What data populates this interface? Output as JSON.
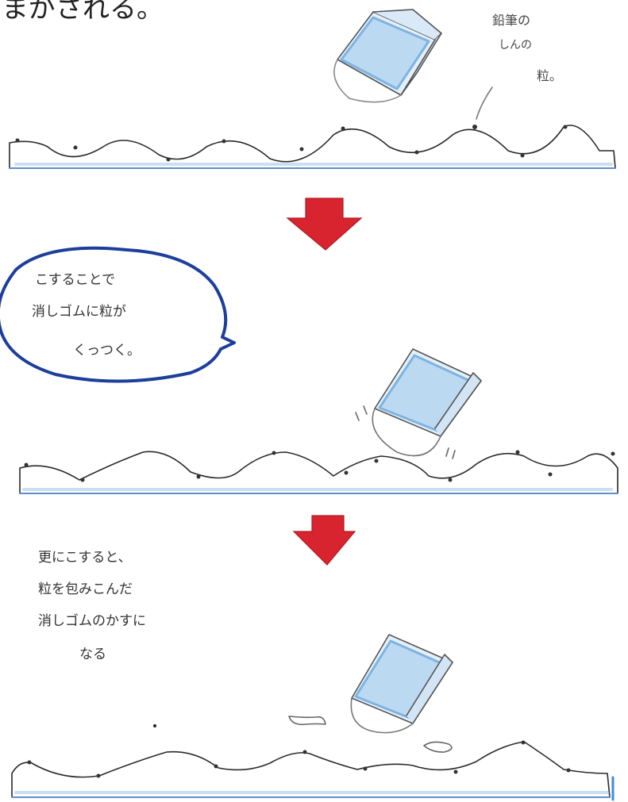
{
  "header": {
    "caption_top": "まがされる。"
  },
  "labels": {
    "pencil_grain_line1": "鉛筆の",
    "pencil_grain_line2": "しんの",
    "pencil_grain_line3": "粒。"
  },
  "speech_bubble": {
    "line1": "こすることで",
    "line2": "消しゴムに粒が",
    "line3": "くっつく。"
  },
  "step3_caption": {
    "line1": "更にこすると、",
    "line2": "粒を包みこんだ",
    "line3": "消しゴムのかすに",
    "line4": "なる"
  },
  "colors": {
    "ink": "#2a2a2a",
    "paper_line": "#8fb8e8",
    "eraser": "#7fb3e0",
    "arrow": "#d8242e",
    "bubble": "#1c3f9c"
  }
}
